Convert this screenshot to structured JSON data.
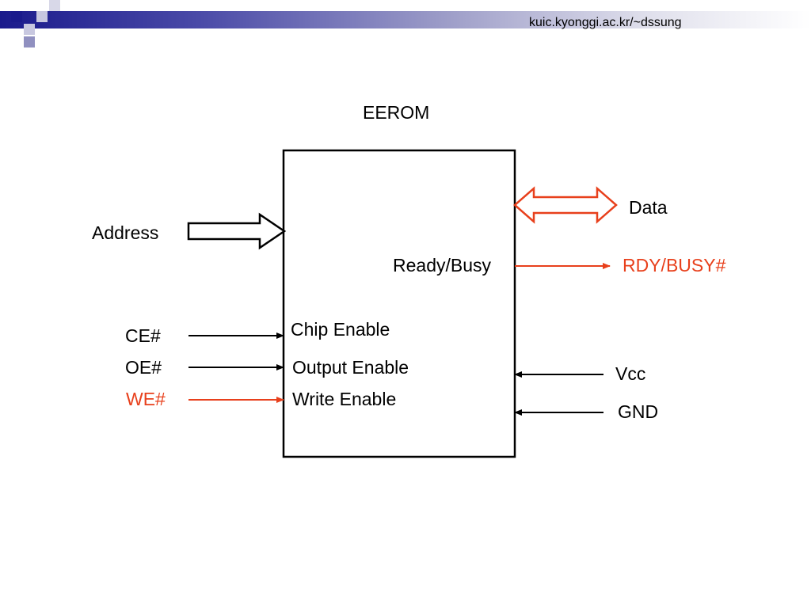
{
  "header": {
    "url": "kuic.kyonggi.ac.kr/~dssung",
    "banner_colors": [
      "#1a1a8c",
      "#9d9dc8",
      "#ffffff"
    ]
  },
  "diagram": {
    "title": "EEROM",
    "inputs_left": {
      "address": "Address",
      "ce": "CE#",
      "oe": "OE#",
      "we": "WE#"
    },
    "internal_labels": {
      "chip_enable": "Chip Enable",
      "output_enable": "Output Enable",
      "write_enable": "Write Enable",
      "ready_busy": "Ready/Busy"
    },
    "outputs_right": {
      "data": "Data",
      "rdy_busy": "RDY/BUSY#",
      "vcc": "Vcc",
      "gnd": "GND"
    },
    "colors": {
      "highlight": "#e8401c",
      "line": "#000000"
    }
  }
}
